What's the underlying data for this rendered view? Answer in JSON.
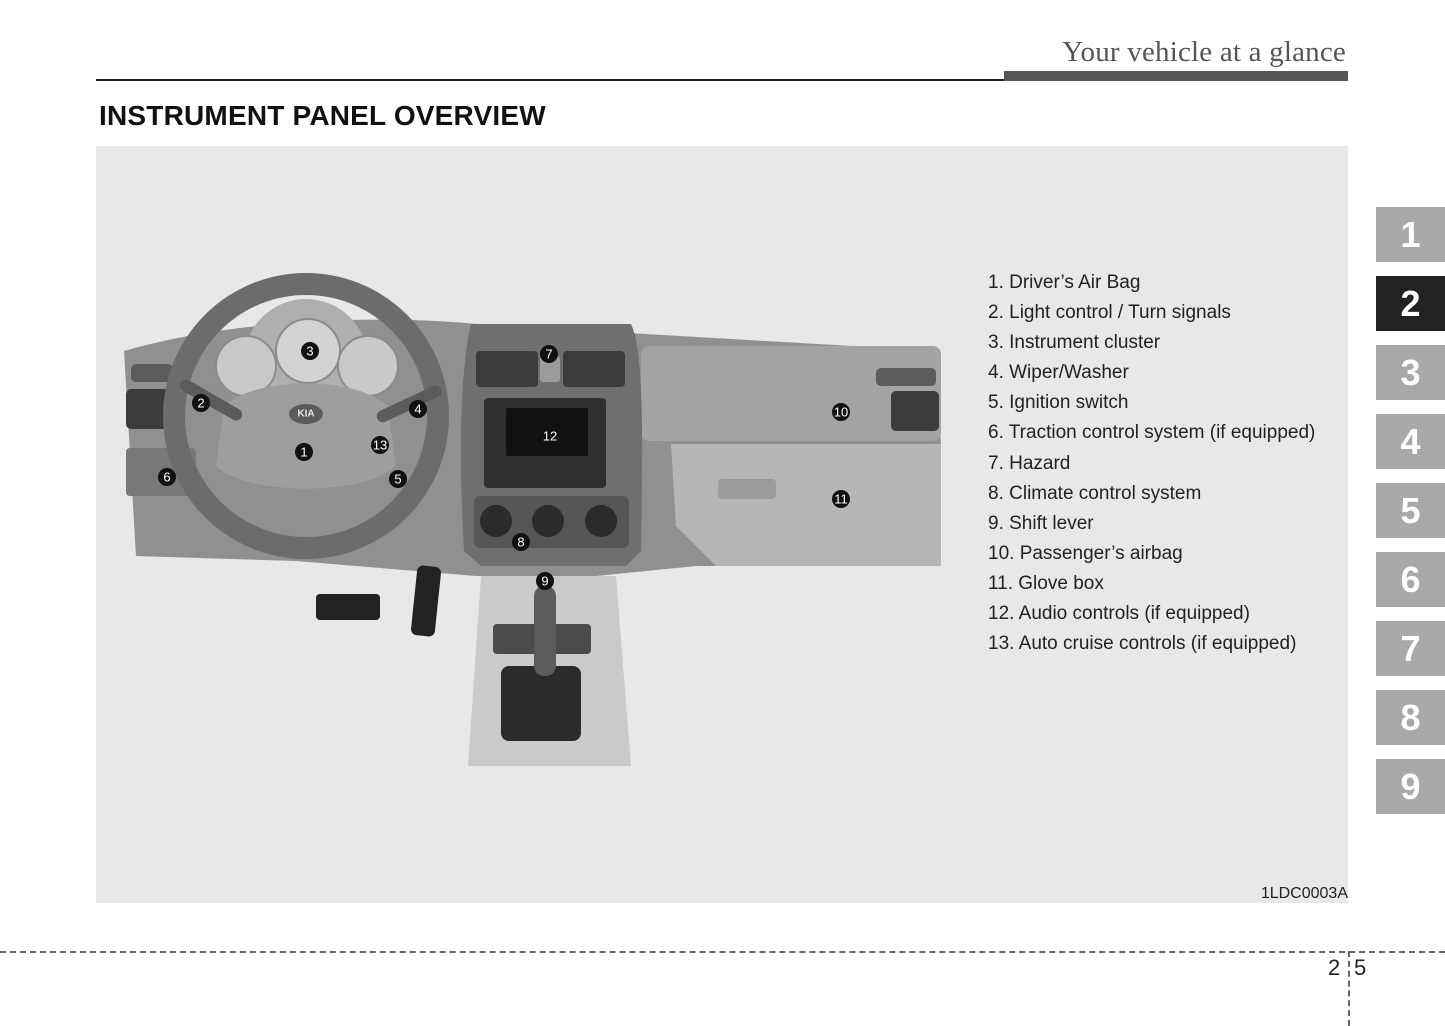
{
  "header": {
    "chapter_title": "Your vehicle at a glance"
  },
  "section": {
    "heading": "INSTRUMENT PANEL OVERVIEW"
  },
  "figure": {
    "code": "1LDC0003A",
    "badge_text": "KIA",
    "callouts": [
      "1",
      "2",
      "3",
      "4",
      "5",
      "6",
      "7",
      "8",
      "9",
      "10",
      "11",
      "12",
      "13"
    ],
    "legend": [
      "1. Driver’s Air Bag",
      "2. Light control / Turn signals",
      "3. Instrument cluster",
      "4. Wiper/Washer",
      "5. Ignition switch",
      "6. Traction control system (if equipped)",
      "7. Hazard",
      "8. Climate control system",
      "9. Shift lever",
      "10. Passenger’s airbag",
      "11. Glove box",
      "12. Audio controls (if equipped)",
      "13. Auto cruise controls (if equipped)"
    ]
  },
  "chapter_tabs": [
    "1",
    "2",
    "3",
    "4",
    "5",
    "6",
    "7",
    "8",
    "9"
  ],
  "active_tab_index": 1,
  "footer": {
    "page_chapter": "2",
    "page_number": "5"
  }
}
